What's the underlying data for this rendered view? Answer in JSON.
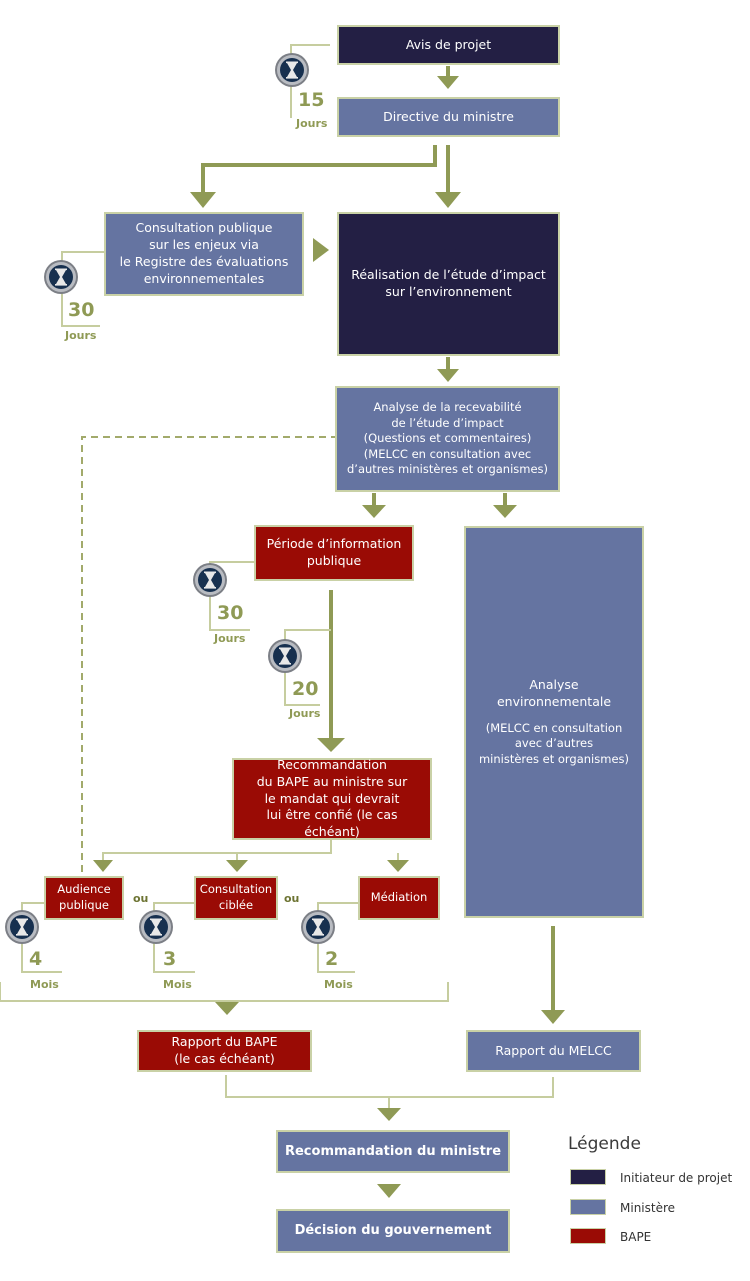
{
  "colors": {
    "initiator": "#231f44",
    "ministry": "#6574a1",
    "bape": "#9a0b05",
    "arrow": "#8f9a55",
    "timer_text": "#8f9a55"
  },
  "boxes": {
    "avis_projet": "Avis de projet",
    "directive": "Directive du ministre",
    "consultation_enjeux": "Consultation publique\nsur les enjeux via\nle Registre des évaluations\nenvironnementales",
    "realisation_etude": "Réalisation de l’étude d’impact\nsur l’environnement",
    "analyse_recevabilite": "Analyse de la recevabilité\nde l’étude d’impact\n(Questions et commentaires)\n(MELCC en consultation avec\nd’autres ministères et organismes)",
    "periode_information": "Période d’information\npublique",
    "analyse_env_title": "Analyse\nenvironnementale",
    "analyse_env_note": "(MELCC en consultation\navec d’autres\nministères et organismes)",
    "recommandation_bape": "Recommandation\ndu BAPE au ministre sur\nle mandat qui devrait\nlui être confié (le cas échéant)",
    "audience_publique": "Audience\npublique",
    "consultation_ciblee": "Consultation\nciblée",
    "mediation": "Médiation",
    "rapport_bape": "Rapport du BAPE\n(le cas échéant)",
    "rapport_melcc": "Rapport du MELCC",
    "recommandation_ministre": "Recommandation du ministre",
    "decision_gouvernement": "Décision du gouvernement"
  },
  "timers": [
    {
      "id": "t15",
      "value": "15",
      "unit": "Jours"
    },
    {
      "id": "t30a",
      "value": "30",
      "unit": "Jours"
    },
    {
      "id": "t30b",
      "value": "30",
      "unit": "Jours"
    },
    {
      "id": "t20",
      "value": "20",
      "unit": "Jours"
    },
    {
      "id": "t4",
      "value": "4",
      "unit": "Mois"
    },
    {
      "id": "t3",
      "value": "3",
      "unit": "Mois"
    },
    {
      "id": "t2",
      "value": "2",
      "unit": "Mois"
    }
  ],
  "connectors": {
    "ou": "ou"
  },
  "legend": {
    "title": "Légende",
    "items": [
      {
        "label": "Initiateur de projet",
        "color": "#231f44"
      },
      {
        "label": "Ministère",
        "color": "#6574a1"
      },
      {
        "label": "BAPE",
        "color": "#9a0b05"
      }
    ]
  }
}
